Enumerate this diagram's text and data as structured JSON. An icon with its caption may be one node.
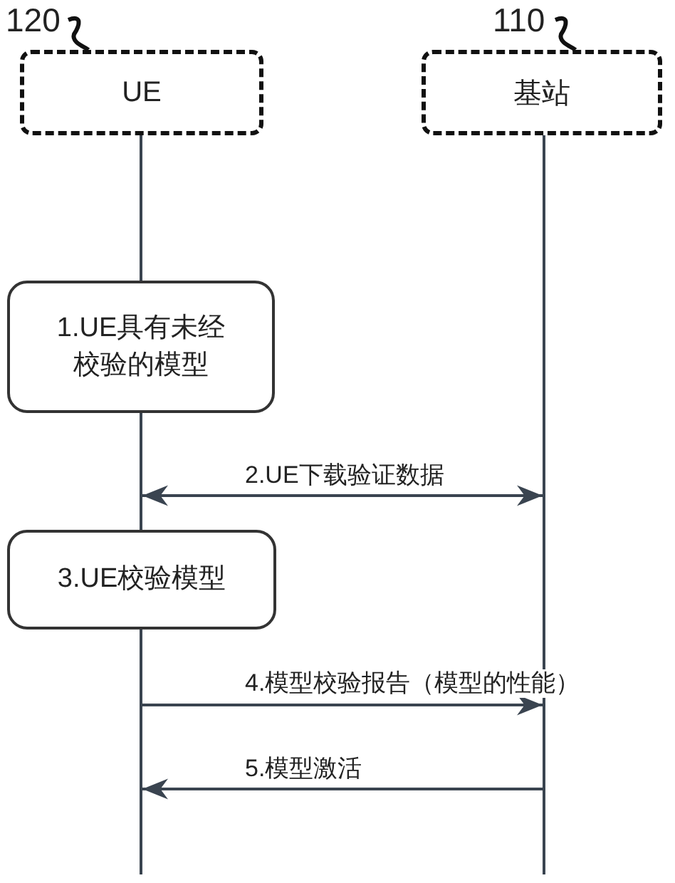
{
  "diagram": {
    "nodes": [
      {
        "text": [
          "UE"
        ]
      },
      {
        "text": [
          "基站"
        ]
      },
      {
        "text": [
          "120"
        ]
      },
      {
        "text": [
          "110"
        ]
      },
      {
        "text": [],
        "shape": "line"
      },
      {
        "text": [],
        "shape": "line"
      },
      {
        "text": [],
        "shape": "line"
      },
      {
        "text": [],
        "shape": "line"
      },
      {
        "text": [
          "1.UE具有未经校验的模型"
        ]
      },
      {
        "text": [
          "3.UE校验模型"
        ]
      }
    ],
    "edges": [
      {
        "from": 2,
        "to": 0,
        "arrow": "none"
      },
      {
        "from": 3,
        "to": 1,
        "arrow": "none"
      },
      {
        "from": 5,
        "to": 7,
        "arrow": "both",
        "label": "2.UE下载验证数据"
      },
      {
        "from": 6,
        "to": 7,
        "arrow": "to",
        "label": "4.模型校验报告（模型的性能）"
      },
      {
        "from": 7,
        "to": 6,
        "arrow": "to",
        "label": "5.模型激活"
      }
    ]
  }
}
